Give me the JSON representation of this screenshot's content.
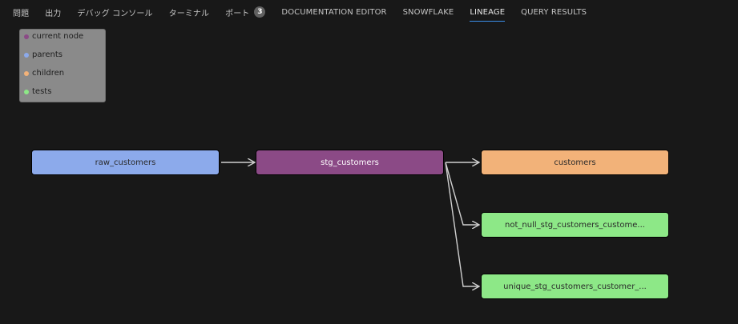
{
  "tabs": [
    {
      "label": "問題"
    },
    {
      "label": "出力"
    },
    {
      "label": "デバッグ コンソール"
    },
    {
      "label": "ターミナル"
    },
    {
      "label": "ポート",
      "badge": "3"
    },
    {
      "label": "DOCUMENTATION EDITOR"
    },
    {
      "label": "SNOWFLAKE"
    },
    {
      "label": "LINEAGE",
      "active": true
    },
    {
      "label": "QUERY RESULTS"
    }
  ],
  "legend": [
    {
      "label": "current node",
      "color": "#8b4a86"
    },
    {
      "label": "parents",
      "color": "#8caaeb"
    },
    {
      "label": "children",
      "color": "#f2b279"
    },
    {
      "label": "tests",
      "color": "#8de887"
    }
  ],
  "nodes": {
    "parent": {
      "label": "raw_customers",
      "color": "#8caaeb"
    },
    "current": {
      "label": "stg_customers",
      "color": "#8b4a86",
      "text_color": "#ffffff"
    },
    "child": {
      "label": "customers",
      "color": "#f2b279"
    },
    "test_not_null": {
      "label": "not_null_stg_customers_custome...",
      "color": "#8de887"
    },
    "test_unique": {
      "label": "unique_stg_customers_customer_...",
      "color": "#8de887"
    }
  },
  "edge_color": "#d0d0d0"
}
